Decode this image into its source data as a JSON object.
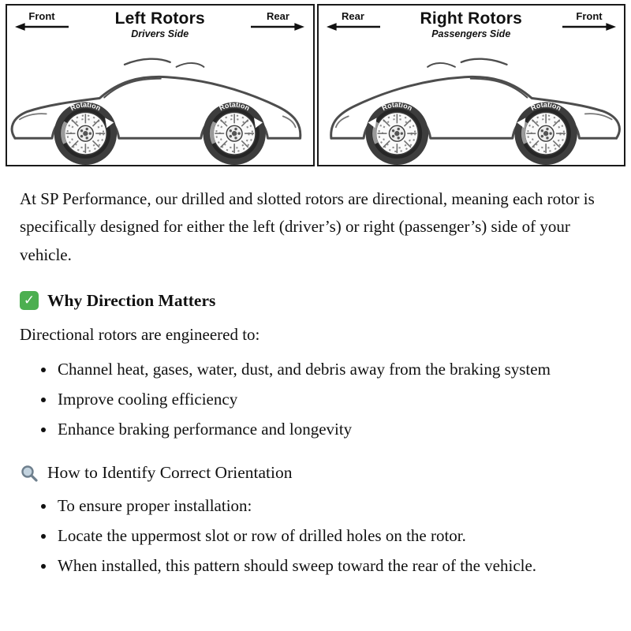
{
  "diagram": {
    "left_panel": {
      "front_label": "Front",
      "rear_label": "Rear",
      "title": "Left Rotors",
      "subtitle": "Drivers Side",
      "rotation_label": "Rotation"
    },
    "right_panel": {
      "rear_label": "Rear",
      "front_label": "Front",
      "title": "Right Rotors",
      "subtitle": "Passengers Side",
      "rotation_label": "Rotation"
    }
  },
  "content": {
    "intro": "At SP Performance, our drilled and slotted rotors are directional, meaning each rotor is specifically designed for either the left (driver’s) or right (passenger’s) side of your vehicle.",
    "section_why": {
      "icon": "checkmark-icon",
      "check_glyph": "✓",
      "title": "Why Direction Matters",
      "lead": "Directional rotors are engineered to:",
      "bullets": [
        "Channel heat, gases, water, dust, and debris away from the braking system",
        "Improve cooling efficiency",
        "Enhance braking performance and longevity"
      ]
    },
    "section_identify": {
      "icon": "magnifier-icon",
      "title": "How to Identify Correct Orientation",
      "bullets": [
        "To ensure proper installation:",
        "Locate the uppermost slot or row of drilled holes on the rotor.",
        "When installed, this pattern should sweep toward the rear of the vehicle."
      ]
    }
  },
  "colors": {
    "check_green": "#4caf50",
    "magnifier_gray": "#6e7f8d",
    "diagram_border": "#1a1a1a"
  }
}
